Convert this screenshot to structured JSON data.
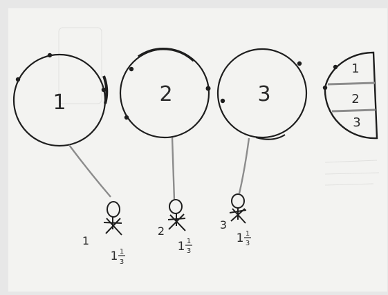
{
  "circles": [
    {
      "label": "1"
    },
    {
      "label": "2"
    },
    {
      "label": "3"
    }
  ],
  "people": [
    {
      "number": "1",
      "share_whole": "1",
      "share_num": "1",
      "share_den": "3"
    },
    {
      "number": "2",
      "share_whole": "1",
      "share_num": "1",
      "share_den": "3"
    },
    {
      "number": "3",
      "share_whole": "1",
      "share_num": "1",
      "share_den": "3"
    }
  ],
  "split_half": {
    "labels": [
      "1",
      "2",
      "3"
    ]
  },
  "colors": {
    "ink": "#1e1e1e",
    "pencil": "#8c8c8c",
    "paper": "#f3f3f1",
    "frame": "#e7e7e7"
  }
}
